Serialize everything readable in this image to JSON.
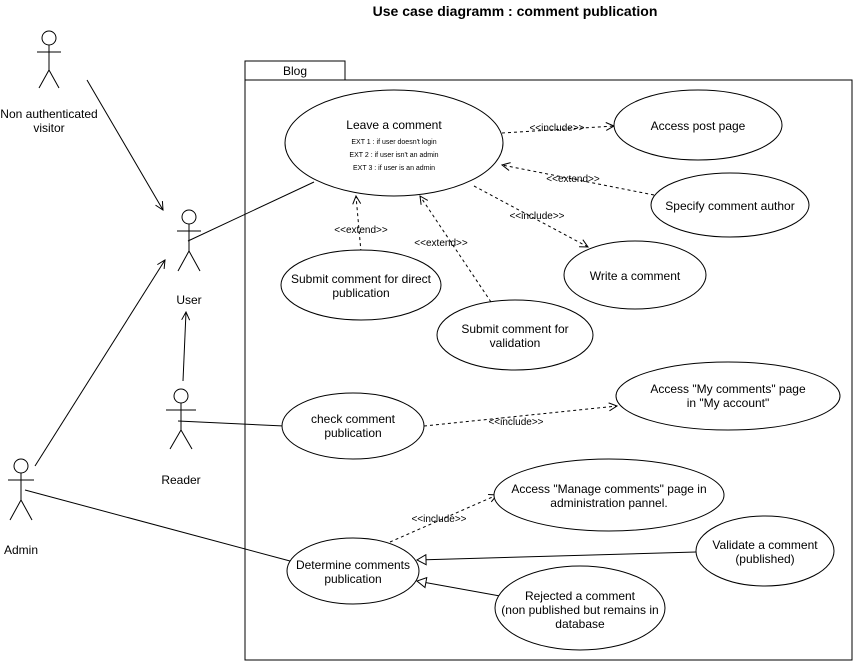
{
  "title": "Use case diagramm : comment publication",
  "package": {
    "label": "Blog"
  },
  "actors": {
    "visitor": {
      "line1": "Non authenticated",
      "line2": "visitor"
    },
    "user": {
      "label": "User"
    },
    "reader": {
      "label": "Reader"
    },
    "admin": {
      "label": "Admin"
    }
  },
  "use_cases": {
    "leave_comment": {
      "label": "Leave a comment",
      "ext1": "EXT 1 : if user doesn't login",
      "ext2": "EXT 2 : if user isn't an admin",
      "ext3": "EXT 3 : if user is an admin"
    },
    "access_post": {
      "label": "Access post page"
    },
    "specify_author": {
      "label": "Specify comment author"
    },
    "write_comment": {
      "label": "Write a comment"
    },
    "submit_direct": {
      "line1": "Submit comment for direct",
      "line2": "publication"
    },
    "submit_validation": {
      "line1": "Submit comment for",
      "line2": "validation"
    },
    "check_publication": {
      "line1": "check comment",
      "line2": "publication"
    },
    "access_my_comments": {
      "line1": "Access \"My comments\" page",
      "line2": "in \"My account\""
    },
    "access_manage": {
      "line1": "Access \"Manage comments\" page in",
      "line2": "administration pannel."
    },
    "determine": {
      "line1": "Determine comments",
      "line2": "publication"
    },
    "validate": {
      "line1": "Validate a comment",
      "line2": "(published)"
    },
    "rejected": {
      "line1": "Rejected a comment",
      "line2": "(non published but remains in",
      "line3": "database"
    }
  },
  "relations": {
    "include": "<<include>>",
    "extend": "<<extend>>"
  }
}
